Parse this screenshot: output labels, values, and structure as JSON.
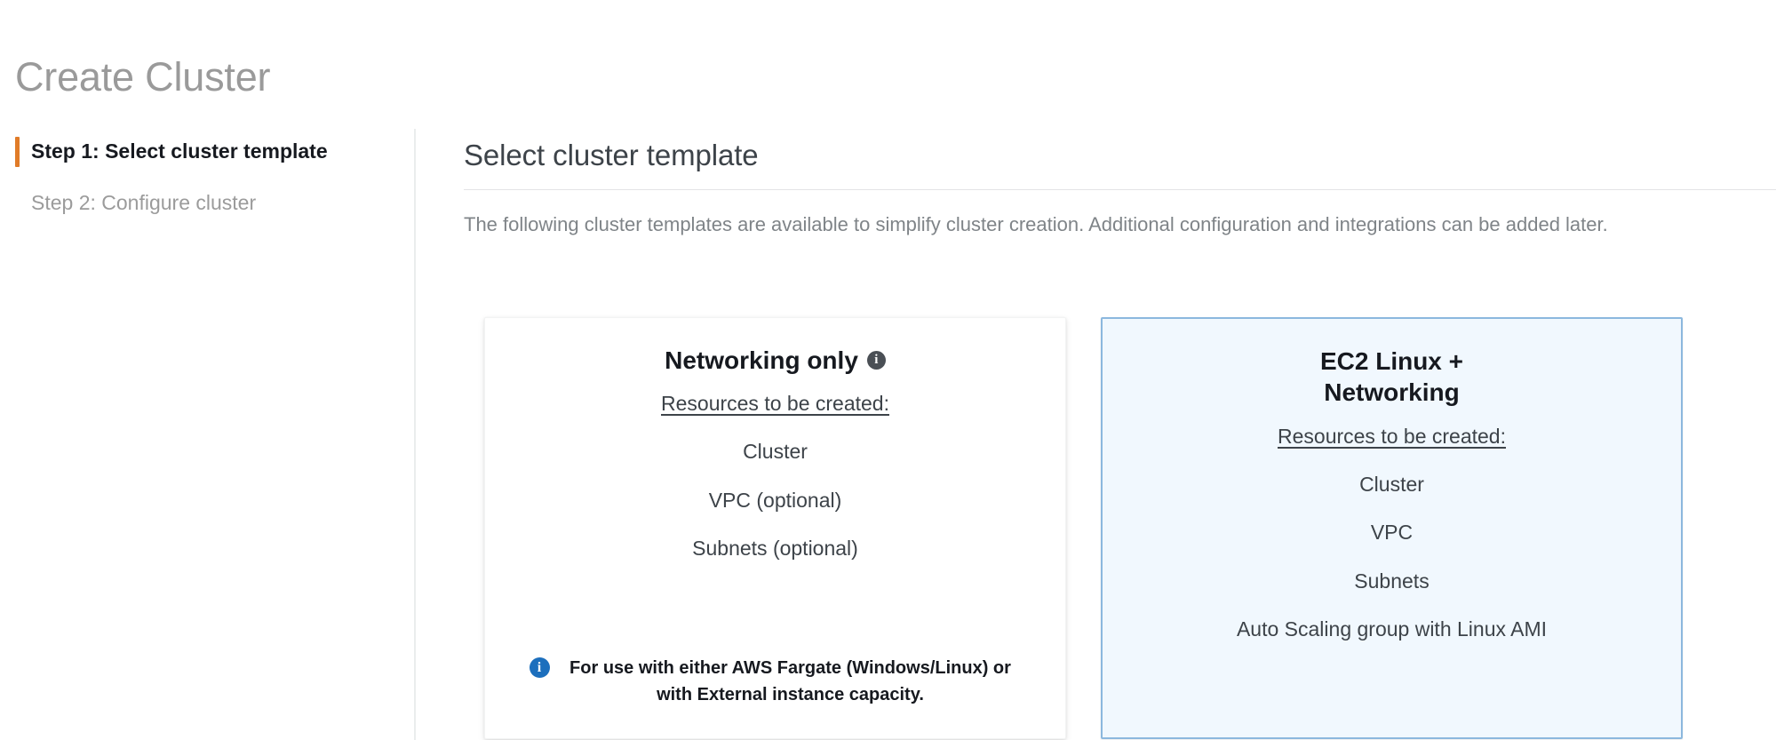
{
  "page": {
    "title": "Create Cluster"
  },
  "wizard": {
    "steps": [
      {
        "label": "Step 1: Select cluster template",
        "active": true
      },
      {
        "label": "Step 2: Configure cluster",
        "active": false
      }
    ],
    "active_marker_color": "#e07b28"
  },
  "main": {
    "heading": "Select cluster template",
    "description": "The following cluster templates are available to simplify cluster creation. Additional configuration and integrations can be added later."
  },
  "templates": [
    {
      "title": "Networking only",
      "has_info_icon": true,
      "info_icon_glyph": "i",
      "resources_heading": "Resources to be created:",
      "resources": [
        "Cluster",
        "VPC (optional)",
        "Subnets (optional)"
      ],
      "footnote": "For use with either AWS Fargate (Windows/Linux) or with External instance capacity.",
      "footnote_icon_glyph": "i",
      "selected": false,
      "background_color": "#ffffff",
      "border_color": "#f2f3f3"
    },
    {
      "title": "EC2 Linux +\nNetworking",
      "has_info_icon": false,
      "resources_heading": "Resources to be created:",
      "resources": [
        "Cluster",
        "VPC",
        "Subnets",
        "Auto Scaling group with Linux AMI"
      ],
      "footnote": "",
      "selected": true,
      "background_color": "#f1f8fe",
      "border_color": "#8cb8de"
    }
  ]
}
